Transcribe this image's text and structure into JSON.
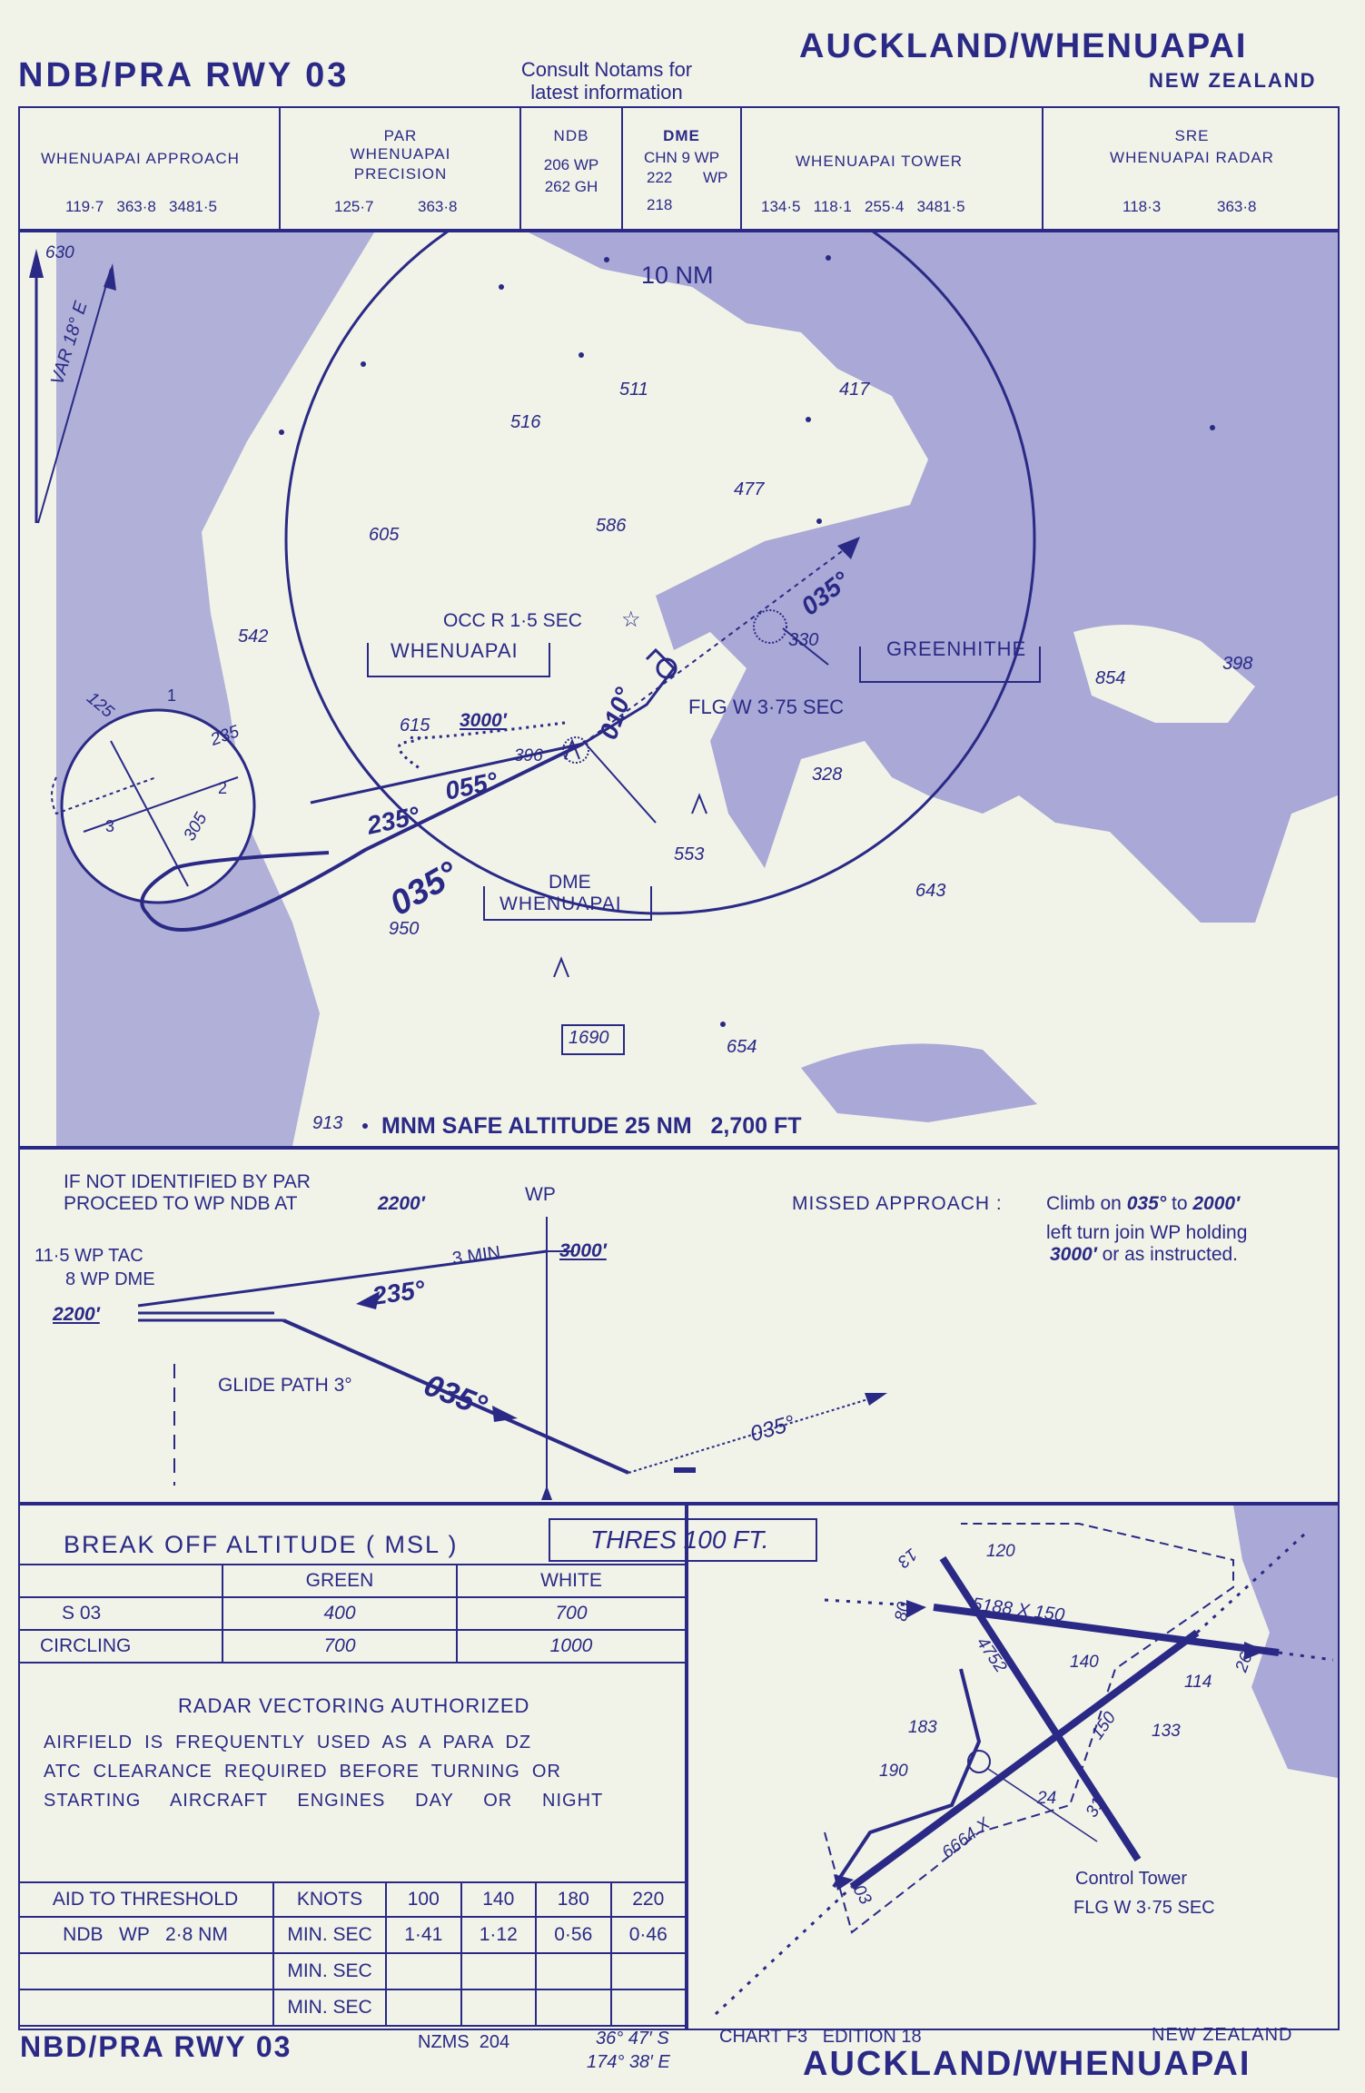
{
  "header": {
    "procedure": "NDB/PRA RWY 03",
    "notams": "Consult Notams for latest information",
    "airport": "AUCKLAND/WHENUAPAI",
    "country": "NEW ZEALAND"
  },
  "comm": {
    "approach": {
      "name": "WHENUAPAI APPROACH",
      "freqs": "119·7   363·8   3481·5"
    },
    "par": {
      "line1": "PAR",
      "line2": "WHENUAPAI",
      "line3": "PRECISION",
      "freq1": "125·7",
      "freq2": "363·8"
    },
    "ndb": {
      "title": "NDB",
      "line1": "206 WP",
      "line2": "262 GH"
    },
    "dme": {
      "title": "DME",
      "line1": "CHN 9 WP",
      "line2": "222",
      "line2b": "WP",
      "line3": "218"
    },
    "tower": {
      "name": "WHENUAPAI TOWER",
      "freqs": "134·5   118·1   255·4   3481·5"
    },
    "sre": {
      "title": "SRE",
      "name": "WHENUAPAI RADAR",
      "freq1": "118·3",
      "freq2": "363·8"
    }
  },
  "plan": {
    "var": "VAR 18° E",
    "north_elev": "630",
    "range_label": "10 NM",
    "elevations": [
      "511",
      "417",
      "516",
      "477",
      "586",
      "605",
      "542",
      "330",
      "854",
      "398",
      "328",
      "553",
      "643",
      "950",
      "654",
      "615"
    ],
    "light_aero": "OCC R 1·5 SEC",
    "whenuapai_ndb": "WHENUAPAI",
    "greenhithe": "GREENHITHE",
    "flg": "FLG W 3·75 SEC",
    "alt_3000": "3000′",
    "obst_396": "396",
    "dme_label": "DME",
    "dme_name": "WHENUAPAI",
    "obst_1690": "1690",
    "tracks": {
      "t035a": "035°",
      "t010": "010°",
      "t055": "055°",
      "t235": "235°",
      "t035b": "035°"
    },
    "msa_elev": "913",
    "msa": "MNM SAFE ALTITUDE 25 NM   2,700 FT",
    "holding": {
      "h125": "125",
      "h235": "235",
      "h305": "305",
      "q1": "1",
      "q2": "2",
      "q3": "3"
    }
  },
  "profile": {
    "note_line1": "IF NOT IDENTIFIED BY PAR",
    "note_line2": "PROCEED TO WP NDB AT",
    "note_alt": "2200′",
    "wp": "WP",
    "missed_label": "MISSED APPROACH :",
    "missed_line1a": "Climb on",
    "missed_line1b": "035°",
    "missed_line1c": "to",
    "missed_line1d": "2000′",
    "missed_line2": "left turn join WP holding",
    "missed_line3a": "3000′",
    "missed_line3b": "or as instructed.",
    "tac": "11·5 WP TAC",
    "dme": "8 WP DME",
    "alt2200": "2200′",
    "min3": "3 MIN",
    "alt3000": "3000′",
    "t235": "235°",
    "glide": "GLIDE PATH 3°",
    "t035": "035°",
    "t035m": "035°"
  },
  "minima": {
    "title": "BREAK OFF ALTITUDE ( MSL )",
    "thres": "THRES 100 FT.",
    "col_green": "GREEN",
    "col_white": "WHITE",
    "rows": [
      {
        "label": "S   03",
        "green": "400",
        "white": "700"
      },
      {
        "label": "CIRCLING",
        "green": "700",
        "white": "1000"
      }
    ]
  },
  "notes": {
    "radar": "RADAR VECTORING AUTHORIZED",
    "line1": "AIRFIELD  IS  FREQUENTLY  USED  AS  A  PARA  DZ",
    "line2": "ATC  CLEARANCE  REQUIRED  BEFORE  TURNING  OR",
    "line3": "STARTING     AIRCRAFT     ENGINES     DAY     OR     NIGHT"
  },
  "timing": {
    "head_aid": "AID TO THRESHOLD",
    "head_knots": "KNOTS",
    "speeds": [
      "100",
      "140",
      "180",
      "220"
    ],
    "rows": [
      {
        "aid": "NDB   WP   2·8 NM",
        "unit": "MIN. SEC",
        "values": [
          "1·41",
          "1·12",
          "0·56",
          "0·46"
        ]
      },
      {
        "aid": "",
        "unit": "MIN. SEC",
        "values": [
          "",
          "",
          "",
          ""
        ]
      },
      {
        "aid": "",
        "unit": "MIN. SEC",
        "values": [
          "",
          "",
          "",
          ""
        ]
      }
    ]
  },
  "aerodrome": {
    "elev_120": "120",
    "rwy_13": "13",
    "rwy_80": "80",
    "len_5188": "5188 X 150",
    "len_4752": "4752",
    "elev_140": "140",
    "rwy_26": "26",
    "elev_114": "114",
    "elev_133": "133",
    "elev_183": "183",
    "len_150": "150",
    "elev_190": "190",
    "rwy_24": "24",
    "rwy_31": "31",
    "len_6664": "6664 X",
    "rwy_03": "03",
    "tower_label": "Control Tower",
    "tower_light": "FLG W 3·75 SEC"
  },
  "footer": {
    "procedure": "NBD/PRA RWY 03",
    "nzms": "NZMS  204",
    "lat": "36° 47′ S",
    "lon": "174° 38′ E",
    "chart": "CHART F3   EDITION 18",
    "country": "NEW ZEALAND",
    "airport": "AUCKLAND/WHENUAPAI"
  },
  "colors": {
    "ink": "#2a2a86",
    "paper": "#f1f2e8",
    "land_shade": "#a9a8d6"
  }
}
